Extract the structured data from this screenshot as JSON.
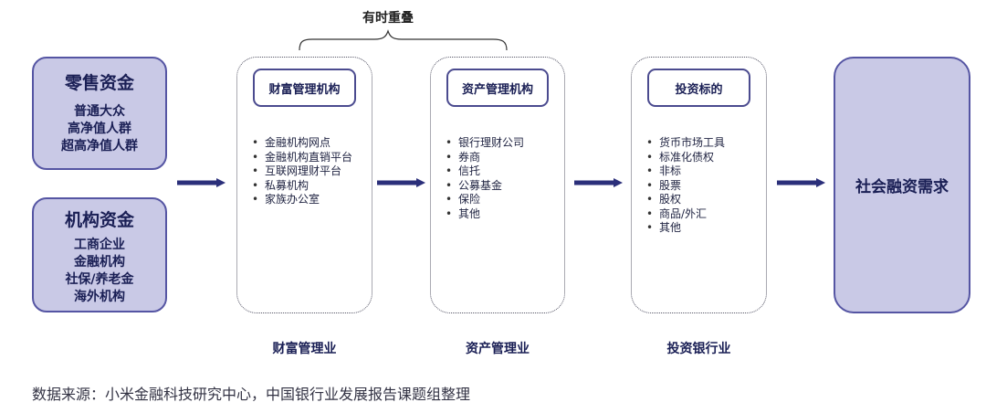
{
  "sources": [
    {
      "title": "零售资金",
      "items": [
        "普通大众",
        "高净值人群",
        "超高净值人群"
      ]
    },
    {
      "title": "机构资金",
      "items": [
        "工商企业",
        "金融机构",
        "社保/养老金",
        "海外机构"
      ]
    }
  ],
  "columns": [
    {
      "header": "财富管理机构",
      "items": [
        "金融机构网点",
        "金融机构直销平台",
        "互联网理财平台",
        "私募机构",
        "家族办公室"
      ],
      "label": "财富管理业"
    },
    {
      "header": "资产管理机构",
      "items": [
        "银行理财公司",
        "券商",
        "信托",
        "公募基金",
        "保险",
        "其他"
      ],
      "label": "资产管理业"
    },
    {
      "header": "投资标的",
      "items": [
        "货币市场工具",
        "标准化债权",
        "非标",
        "股票",
        "股权",
        "商品/外汇",
        "其他"
      ],
      "label": "投资银行业"
    }
  ],
  "result": "社会融资需求",
  "overlap_label": "有时重叠",
  "source_note": "数据来源：小米金融科技研究中心，中国银行业发展报告课题组整理",
  "colors": {
    "box_fill": "#c9c9e6",
    "box_border": "#5555a3",
    "arrow": "#2b2f7a",
    "text_dark": "#1a1f55"
  }
}
